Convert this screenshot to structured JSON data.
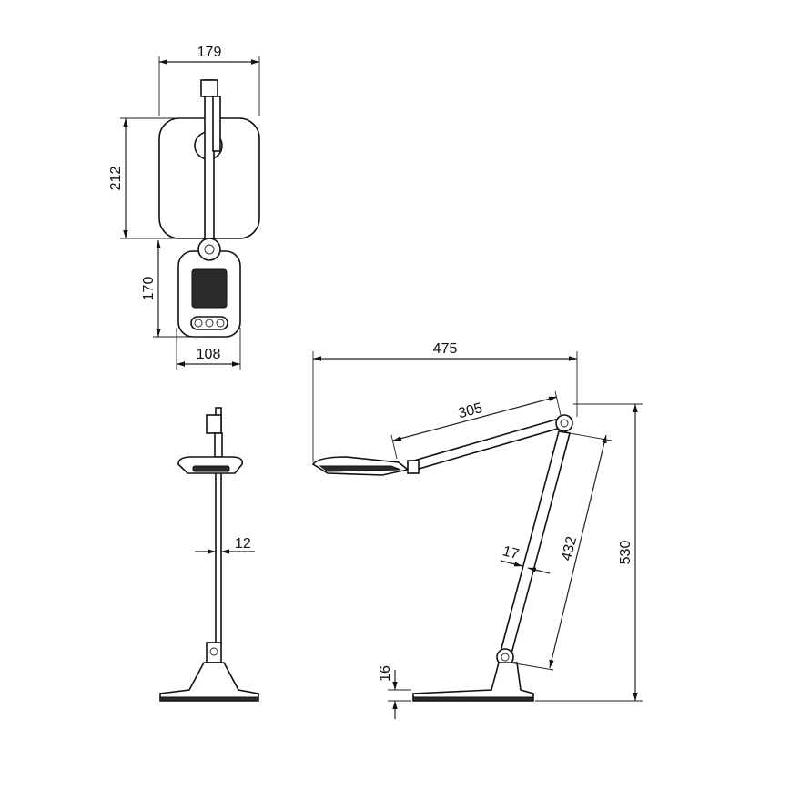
{
  "dimensions": {
    "top_width": "179",
    "head_depth": "212",
    "base_depth": "170",
    "base_width": "108",
    "pole_width": "12",
    "reach": "475",
    "upper_arm": "305",
    "arm_width": "17",
    "lower_arm": "432",
    "height": "530",
    "base_height": "16"
  },
  "colors": {
    "line": "#222222",
    "fill_dark": "#2a2a2a",
    "background": "#ffffff"
  }
}
